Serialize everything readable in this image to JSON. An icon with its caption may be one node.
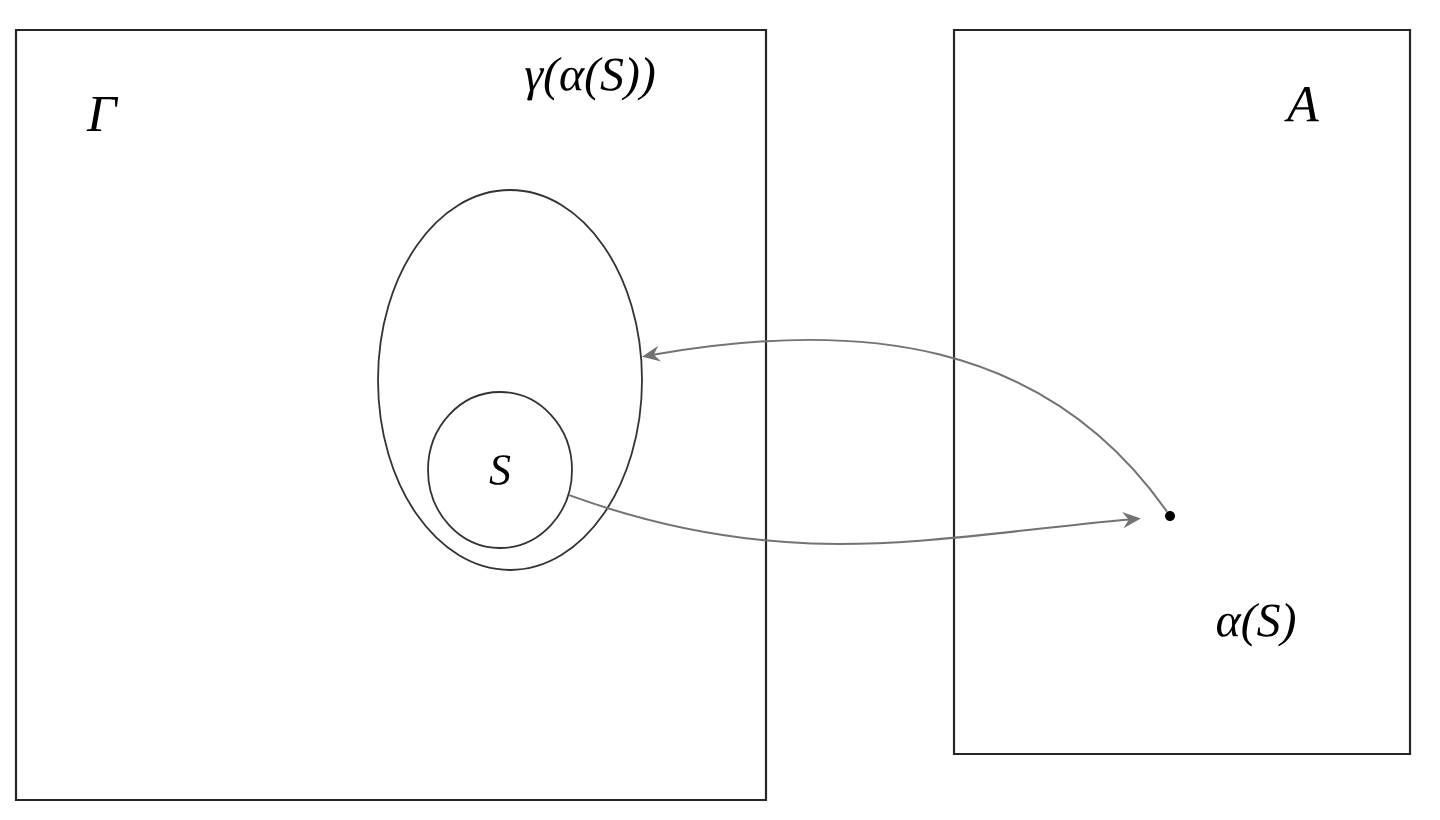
{
  "diagram": {
    "nodes": [
      {
        "text": [
          "Γ"
        ]
      },
      {
        "text": [
          "γ(α(S))"
        ],
        "in": 0
      },
      {
        "text": [
          "S"
        ],
        "in": 1
      },
      {
        "text": [
          "A"
        ]
      },
      {
        "text": [],
        "shape": "circle",
        "beside": [
          "α(S)"
        ],
        "in": 3
      }
    ],
    "edges": [
      {
        "from": 2,
        "to": 4,
        "arrow": "to"
      },
      {
        "from": 4,
        "to": 1,
        "arrow": "to"
      }
    ]
  }
}
